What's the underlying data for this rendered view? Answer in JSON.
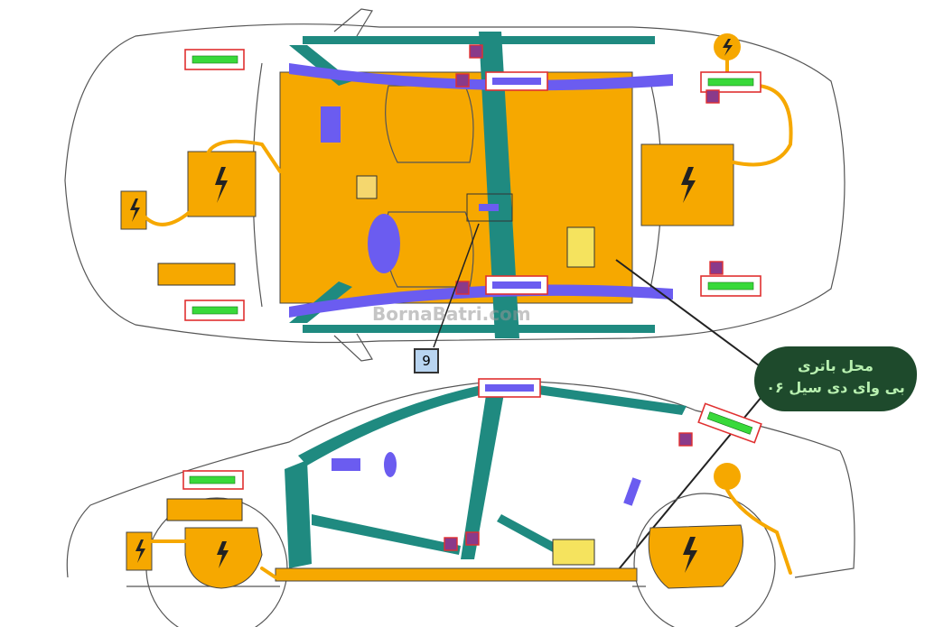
{
  "diagram": {
    "callout_label": {
      "line1": "محل باتری",
      "line2": "بی وای دی سیل ۰۶"
    },
    "marker_number": "9",
    "watermark": "BornaBatri.com",
    "colors": {
      "floor": "#f6a800",
      "pillars": "#1f8a80",
      "sills": "#6b5cf0",
      "callout_bg": "#1e4a2c",
      "highlight": "#e03030"
    }
  }
}
